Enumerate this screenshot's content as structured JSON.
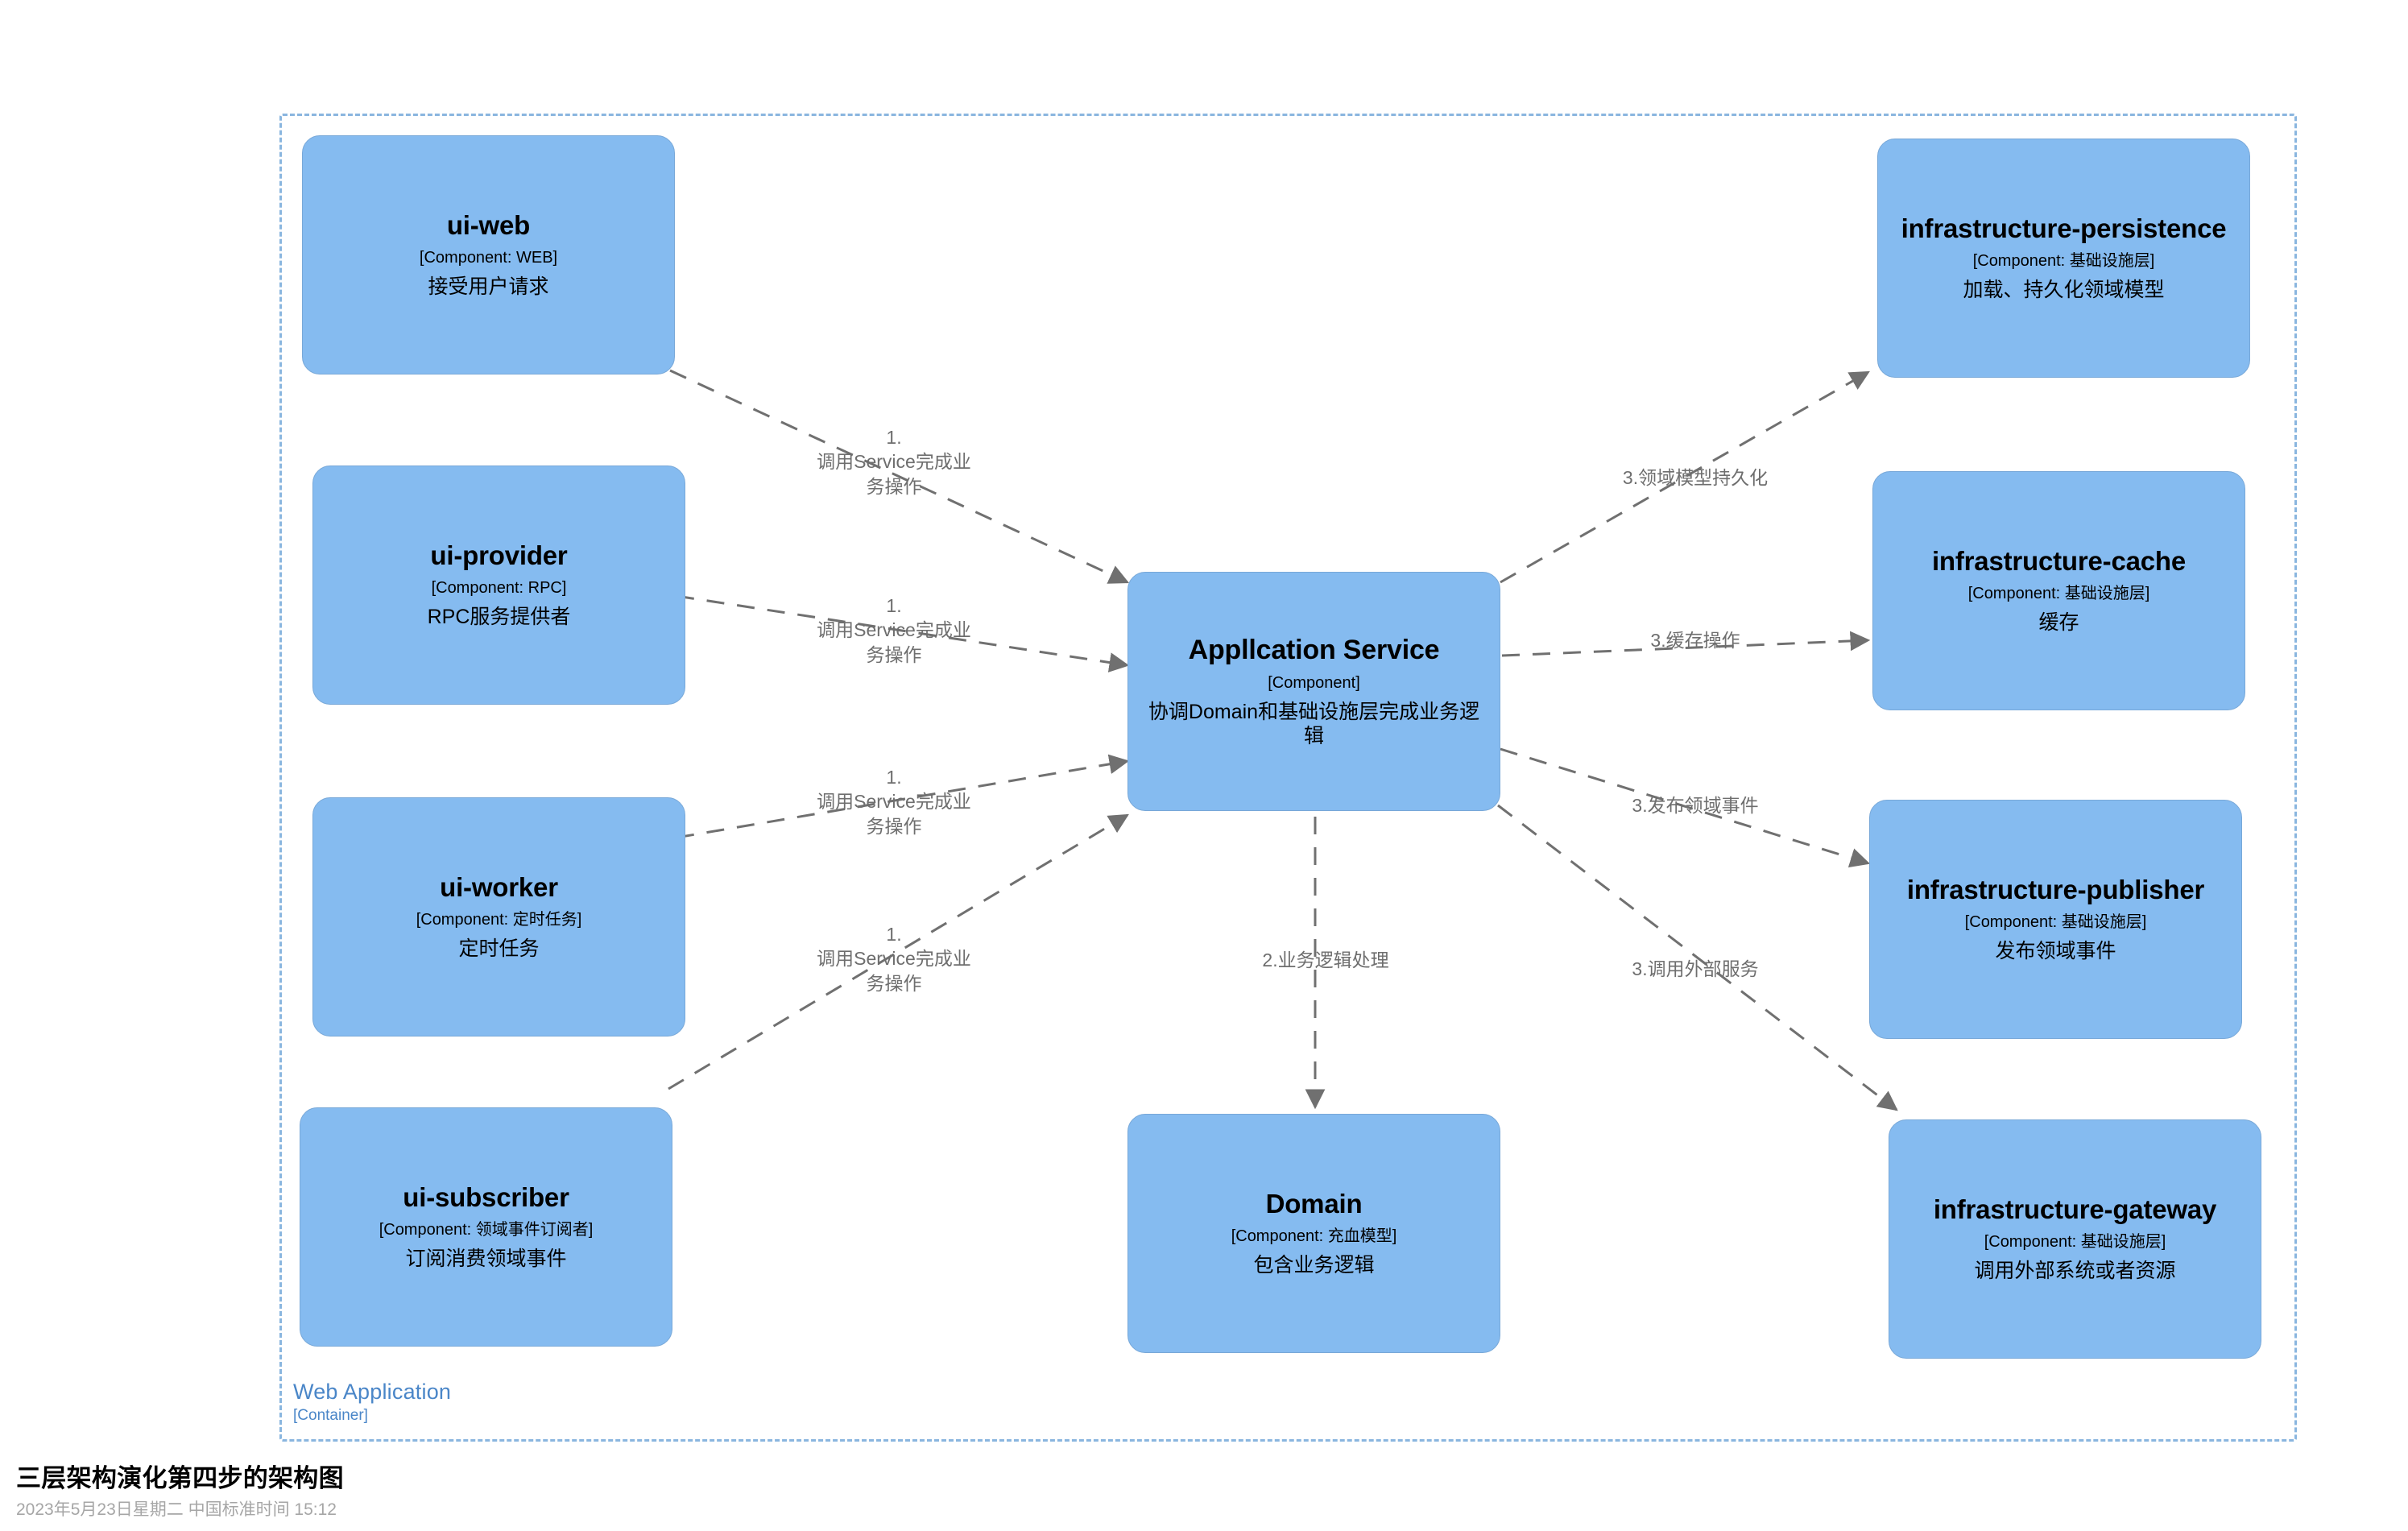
{
  "container": {
    "name": "Web Application",
    "type": "[Container]"
  },
  "nodes": {
    "ui_web": {
      "title": "ui-web",
      "type": "[Component: WEB]",
      "desc": "接受用户请求"
    },
    "ui_provider": {
      "title": "ui-provider",
      "type": "[Component: RPC]",
      "desc": "RPC服务提供者"
    },
    "ui_worker": {
      "title": "ui-worker",
      "type": "[Component: 定时任务]",
      "desc": "定时任务"
    },
    "ui_subscriber": {
      "title": "ui-subscriber",
      "type": "[Component: 领域事件订阅者]",
      "desc": "订阅消费领域事件"
    },
    "app_service": {
      "title": "Appllcation Service",
      "type": "[Component]",
      "desc": "协调Domain和基础设施层完成业务逻辑"
    },
    "domain": {
      "title": "Domain",
      "type": "[Component: 充血模型]",
      "desc": "包含业务逻辑"
    },
    "persistence": {
      "title": "infrastructure-persistence",
      "type": "[Component: 基础设施层]",
      "desc": "加载、持久化领域模型"
    },
    "cache": {
      "title": "infrastructure-cache",
      "type": "[Component: 基础设施层]",
      "desc": "缓存"
    },
    "publisher": {
      "title": "infrastructure-publisher",
      "type": "[Component: 基础设施层]",
      "desc": "发布领域事件"
    },
    "gateway": {
      "title": "infrastructure-gateway",
      "type": "[Component: 基础设施层]",
      "desc": "调用外部系统或者资源"
    }
  },
  "edge_labels": {
    "web_to_app": "1.\n调用Service完成业\n务操作",
    "provider_to_app": "1.\n调用Service完成业\n务操作",
    "worker_to_app": "1.\n调用Service完成业\n务操作",
    "subscriber_to_app": "1.\n调用Service完成业\n务操作",
    "app_to_domain": "2.业务逻辑处理",
    "app_to_persistence": "3.领域模型持久化",
    "app_to_cache": "3.缓存操作",
    "app_to_publisher": "3.发布领域事件",
    "app_to_gateway": "3.调用外部服务"
  },
  "caption": {
    "title": "三层架构演化第四步的架构图",
    "subtitle": "2023年5月23日星期二 中国标准时间 15:12"
  },
  "colors": {
    "node_fill": "#85BBF0",
    "node_border": "#78A8D8",
    "container_border": "#8AB6DF",
    "container_label": "#4A86C8",
    "edge_stroke": "#707070",
    "edge_label_text": "#6E6E6E"
  }
}
